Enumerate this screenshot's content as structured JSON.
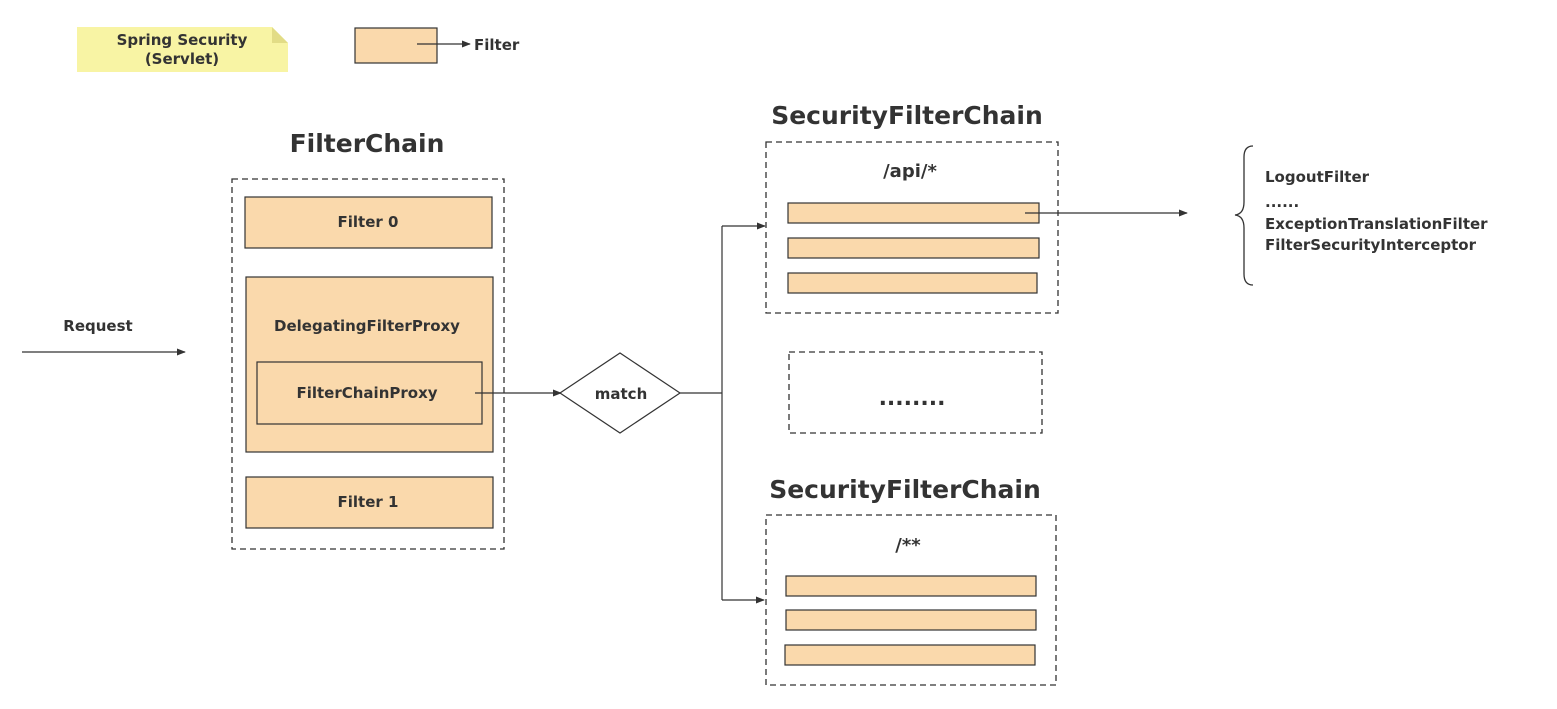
{
  "legend": {
    "note_line1": "Spring Security",
    "note_line2": "(Servlet)",
    "filter_key_label": "Filter"
  },
  "request_label": "Request",
  "filter_chain": {
    "title": "FilterChain",
    "filter0": "Filter 0",
    "delegating_proxy": "DelegatingFilterProxy",
    "filter_chain_proxy": "FilterChainProxy",
    "filter1": "Filter 1"
  },
  "match_label": "match",
  "security_chain_top": {
    "title": "SecurityFilterChain",
    "pattern": "/api/*"
  },
  "ellipsis_box": {
    "label": "........"
  },
  "security_chain_bottom": {
    "title": "SecurityFilterChain",
    "pattern": "/**"
  },
  "filter_list": {
    "items": [
      "LogoutFilter",
      "......",
      "ExceptionTranslationFilter",
      "FilterSecurityInterceptor"
    ]
  },
  "colors": {
    "filter_fill": "#FAD9AC",
    "note_fill": "#F8F4A4",
    "note_fold": "#E2DC86",
    "stroke": "#333333",
    "text": "#333333"
  }
}
